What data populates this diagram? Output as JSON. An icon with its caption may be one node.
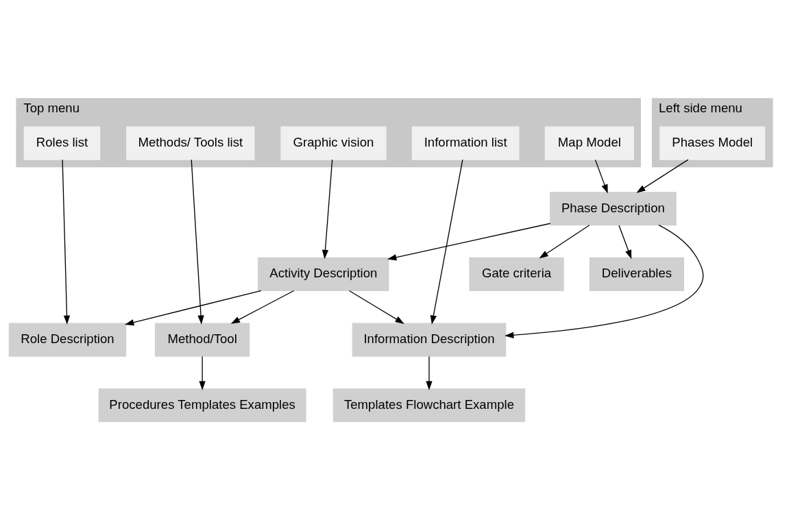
{
  "diagram": {
    "nodes": [
      {
        "text": [
          "Top menu"
        ]
      },
      {
        "text": [
          "Graphic vision"
        ],
        "in": 0
      },
      {
        "text": [
          "Map Model"
        ],
        "in": 0
      },
      {
        "text": [
          "Methods/ Tools list"
        ],
        "in": 0
      },
      {
        "text": [
          "Roles list"
        ],
        "in": 0
      },
      {
        "text": [
          "Information list"
        ],
        "in": 0
      },
      {
        "text": [
          "Left side menu"
        ]
      },
      {
        "text": [
          "Phases Model"
        ],
        "in": 6
      },
      {
        "text": [
          "Phase Description"
        ]
      },
      {
        "text": [
          "Activity Description"
        ]
      },
      {
        "text": [
          "Method/Tool"
        ]
      },
      {
        "text": [
          "Procedures Templates Examples"
        ]
      },
      {
        "text": [
          "Role Description"
        ]
      },
      {
        "text": [
          "Information Description"
        ]
      },
      {
        "text": [
          "Gate criteria"
        ]
      },
      {
        "text": [
          "Deliverables"
        ]
      },
      {
        "text": [
          "Templates Flowchart Example"
        ]
      }
    ],
    "edges": [
      {
        "from": 1,
        "to": 9,
        "arrow": "to"
      },
      {
        "from": 2,
        "to": 8,
        "arrow": "to"
      },
      {
        "from": 3,
        "to": 10,
        "arrow": "to"
      },
      {
        "from": 4,
        "to": 12,
        "arrow": "to"
      },
      {
        "from": 5,
        "to": 13,
        "arrow": "to"
      },
      {
        "from": 7,
        "to": 8,
        "arrow": "to"
      },
      {
        "from": 8,
        "to": 9,
        "arrow": "to"
      },
      {
        "from": 9,
        "to": 10,
        "arrow": "to"
      },
      {
        "from": 10,
        "to": 11,
        "arrow": "to"
      },
      {
        "from": 9,
        "to": 12,
        "arrow": "to"
      },
      {
        "from": 9,
        "to": 13,
        "arrow": "to"
      },
      {
        "from": 8,
        "to": 13,
        "arrow": "to"
      },
      {
        "from": 8,
        "to": 14,
        "arrow": "to"
      },
      {
        "from": 8,
        "to": 15,
        "arrow": "to"
      },
      {
        "from": 13,
        "to": 16,
        "arrow": "to"
      }
    ]
  }
}
